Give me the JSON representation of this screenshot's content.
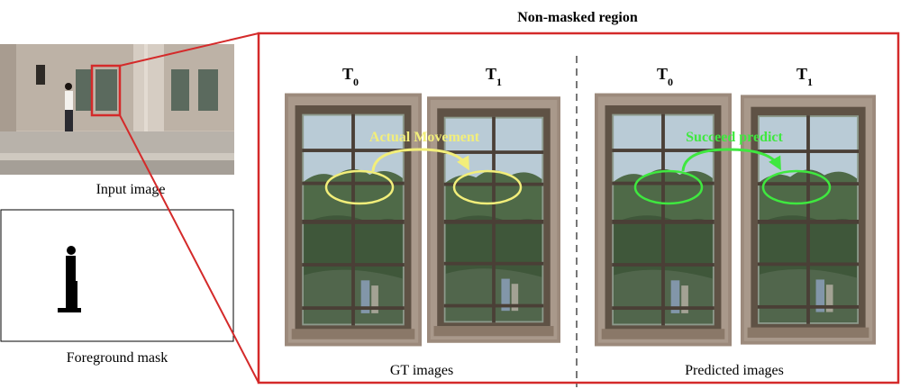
{
  "figure": {
    "title": "Non-masked region",
    "input_caption": "Input image",
    "mask_caption": "Foreground mask",
    "gt_caption": "GT images",
    "pred_caption": "Predicted images",
    "t0_label": "T",
    "t0_sub": "0",
    "t1_label": "T",
    "t1_sub": "1",
    "actual_movement_label": "Actual Movement",
    "succeed_predict_label": "Succeed predict"
  },
  "colors": {
    "frame_red": "#d42a2a",
    "actual_yellow": "#f2ee7a",
    "predict_green": "#3fe83f",
    "divider": "#777777"
  }
}
